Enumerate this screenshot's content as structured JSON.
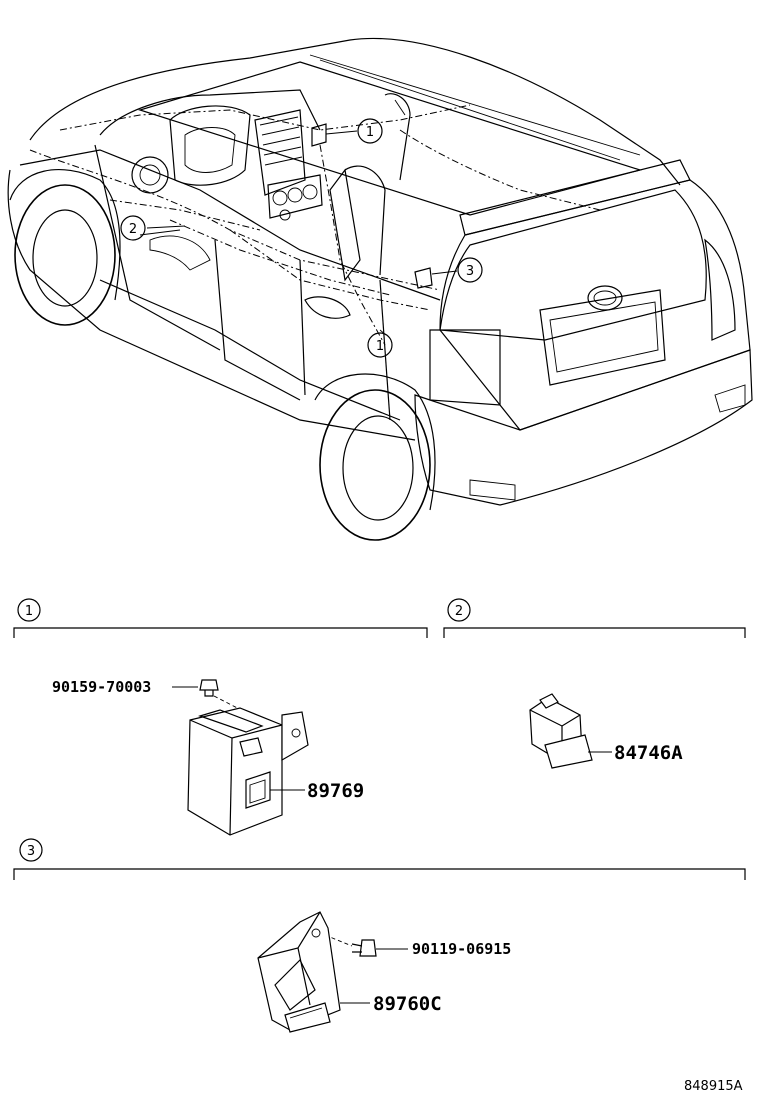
{
  "overview": {
    "callouts": [
      {
        "id": "c1",
        "label": "1"
      },
      {
        "id": "c2",
        "label": "2"
      },
      {
        "id": "c3",
        "label": "3"
      },
      {
        "id": "c4",
        "label": "1"
      }
    ]
  },
  "sections": [
    {
      "label": "1",
      "parts": [
        {
          "number": "90159-70003"
        },
        {
          "number": "89769"
        }
      ]
    },
    {
      "label": "2",
      "parts": [
        {
          "number": "84746A"
        }
      ]
    },
    {
      "label": "3",
      "parts": [
        {
          "number": "90119-06915"
        },
        {
          "number": "89760C"
        }
      ]
    }
  ],
  "footer": {
    "diagram_id": "848915A"
  }
}
